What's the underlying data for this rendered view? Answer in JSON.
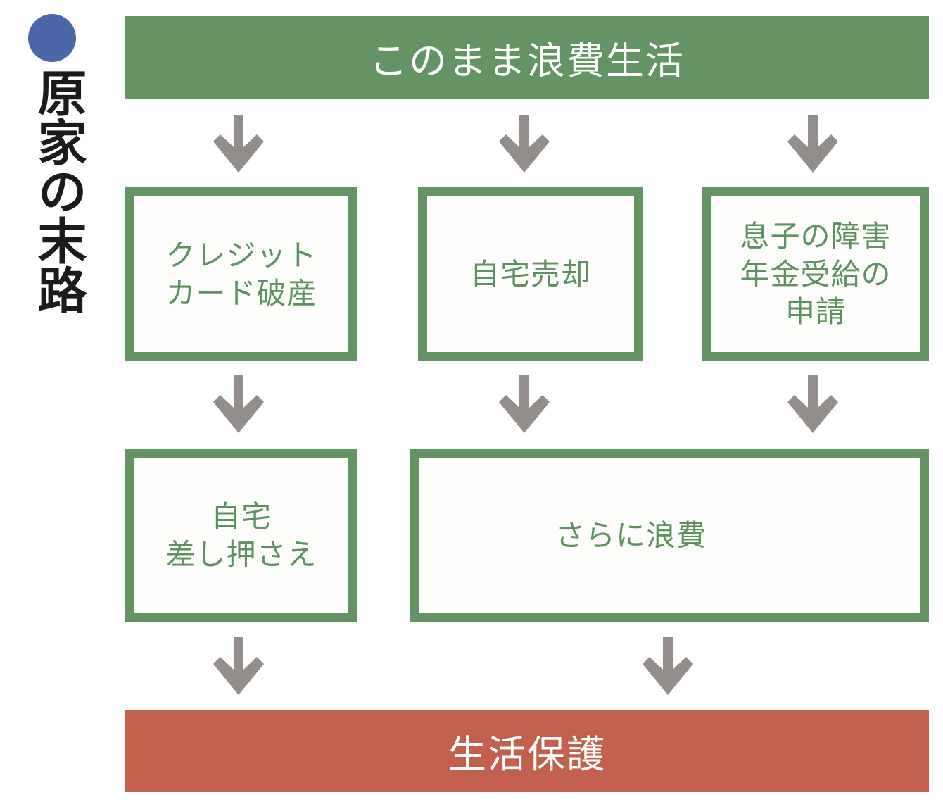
{
  "side": {
    "bullet_icon": "filled-circle-bullet",
    "bullet_color": "#4a68a8",
    "title": "原家の末路"
  },
  "flow": {
    "top_banner": {
      "label": "このまま浪費生活",
      "bg_color": "#649463",
      "text_color": "#ffffff"
    },
    "bottom_banner": {
      "label": "生活保護",
      "bg_color": "#c0604d",
      "text_color": "#ffffff"
    },
    "box_border_color": "#649463",
    "box_fill_color": "#fdfdfb",
    "box_text_color": "#5e9160",
    "arrow_color": "#938e8b",
    "arrow_icon": "arrow-down-icon",
    "row1": [
      {
        "id": "credit-card-bankruptcy",
        "line1": "クレジット",
        "line2": "カード破産",
        "line3": ""
      },
      {
        "id": "home-sale",
        "line1": "自宅売却",
        "line2": "",
        "line3": ""
      },
      {
        "id": "son-disability-pension-application",
        "line1": "息子の障害",
        "line2": "年金受給の",
        "line3": "申請"
      }
    ],
    "row2": [
      {
        "id": "home-foreclosure",
        "line1": "自宅",
        "line2": "差し押さえ",
        "line3": ""
      },
      {
        "id": "further-spending",
        "line1": "さらに浪費",
        "line2": "",
        "line3": ""
      }
    ]
  }
}
